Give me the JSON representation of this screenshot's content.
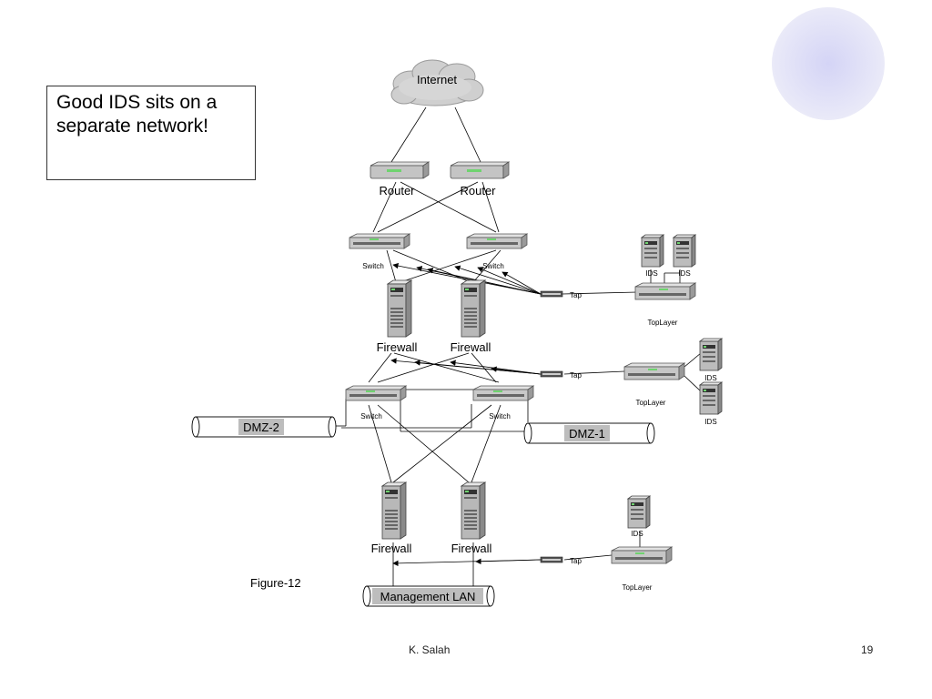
{
  "slide": {
    "callout": "Good IDS sits on a separate network!",
    "figure_caption": "Figure-12",
    "author": "K. Salah",
    "page_number": "19"
  },
  "diagram": {
    "internet": "Internet",
    "router": "Router",
    "switch": "Switch",
    "firewall": "Firewall",
    "tap": "Tap",
    "toplayer": "TopLayer",
    "ids": "IDS",
    "dmz1": "DMZ-1",
    "dmz2": "DMZ-2",
    "mgmt_lan": "Management LAN"
  },
  "colors": {
    "line": "#000000",
    "device": "#bfbfbf",
    "label_bg": "#bdbdbd",
    "decor_circle": "#c8c8f0"
  }
}
